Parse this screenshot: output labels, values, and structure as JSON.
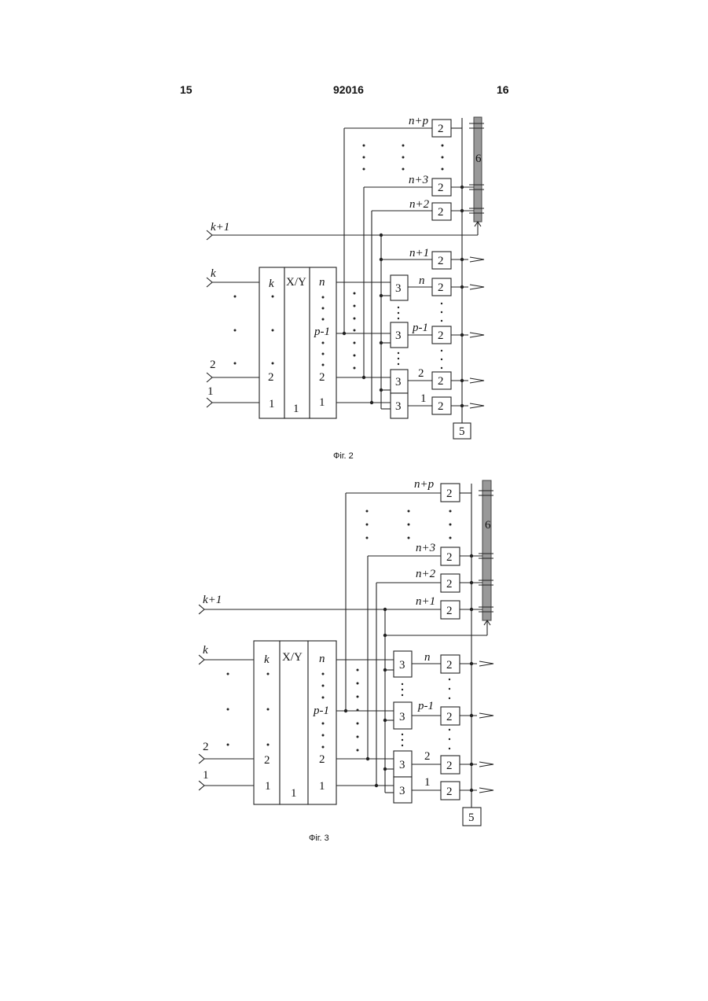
{
  "header": {
    "page_left": "15",
    "doc_number": "92016",
    "page_right": "16"
  },
  "figures": [
    {
      "caption": "Фіг. 2",
      "inputs": {
        "k_plus_1": "k+1",
        "k": "k",
        "two": "2",
        "one": "1"
      },
      "block1": {
        "col_in_top": "k",
        "col_in_2": "2",
        "col_in_1": "1",
        "mid_label": "X/Y",
        "mid_num": "1",
        "col_out_top": "n",
        "col_out_p": "p-1",
        "col_out_2": "2",
        "col_out_1": "1"
      },
      "mux_label": "3",
      "reg_label": "2",
      "line_labels": {
        "np": "n+p",
        "n3": "n+3",
        "n2": "n+2",
        "n1": "n+1",
        "n": "n",
        "p1": "p-1",
        "two": "2",
        "one": "1"
      },
      "bus_label": "6",
      "ctrl_label": "5"
    },
    {
      "caption": "Фіг. 3",
      "inputs": {
        "k_plus_1": "k+1",
        "k": "k",
        "two": "2",
        "one": "1"
      },
      "block1": {
        "col_in_top": "k",
        "col_in_2": "2",
        "col_in_1": "1",
        "mid_label": "X/Y",
        "mid_num": "1",
        "col_out_top": "n",
        "col_out_p": "p-1",
        "col_out_2": "2",
        "col_out_1": "1"
      },
      "mux_label": "3",
      "reg_label": "2",
      "line_labels": {
        "np": "n+p",
        "n3": "n+3",
        "n2": "n+2",
        "n1": "n+1",
        "n": "n",
        "p1": "p-1",
        "two": "2",
        "one": "1"
      },
      "bus_label": "6",
      "ctrl_label": "5"
    }
  ]
}
